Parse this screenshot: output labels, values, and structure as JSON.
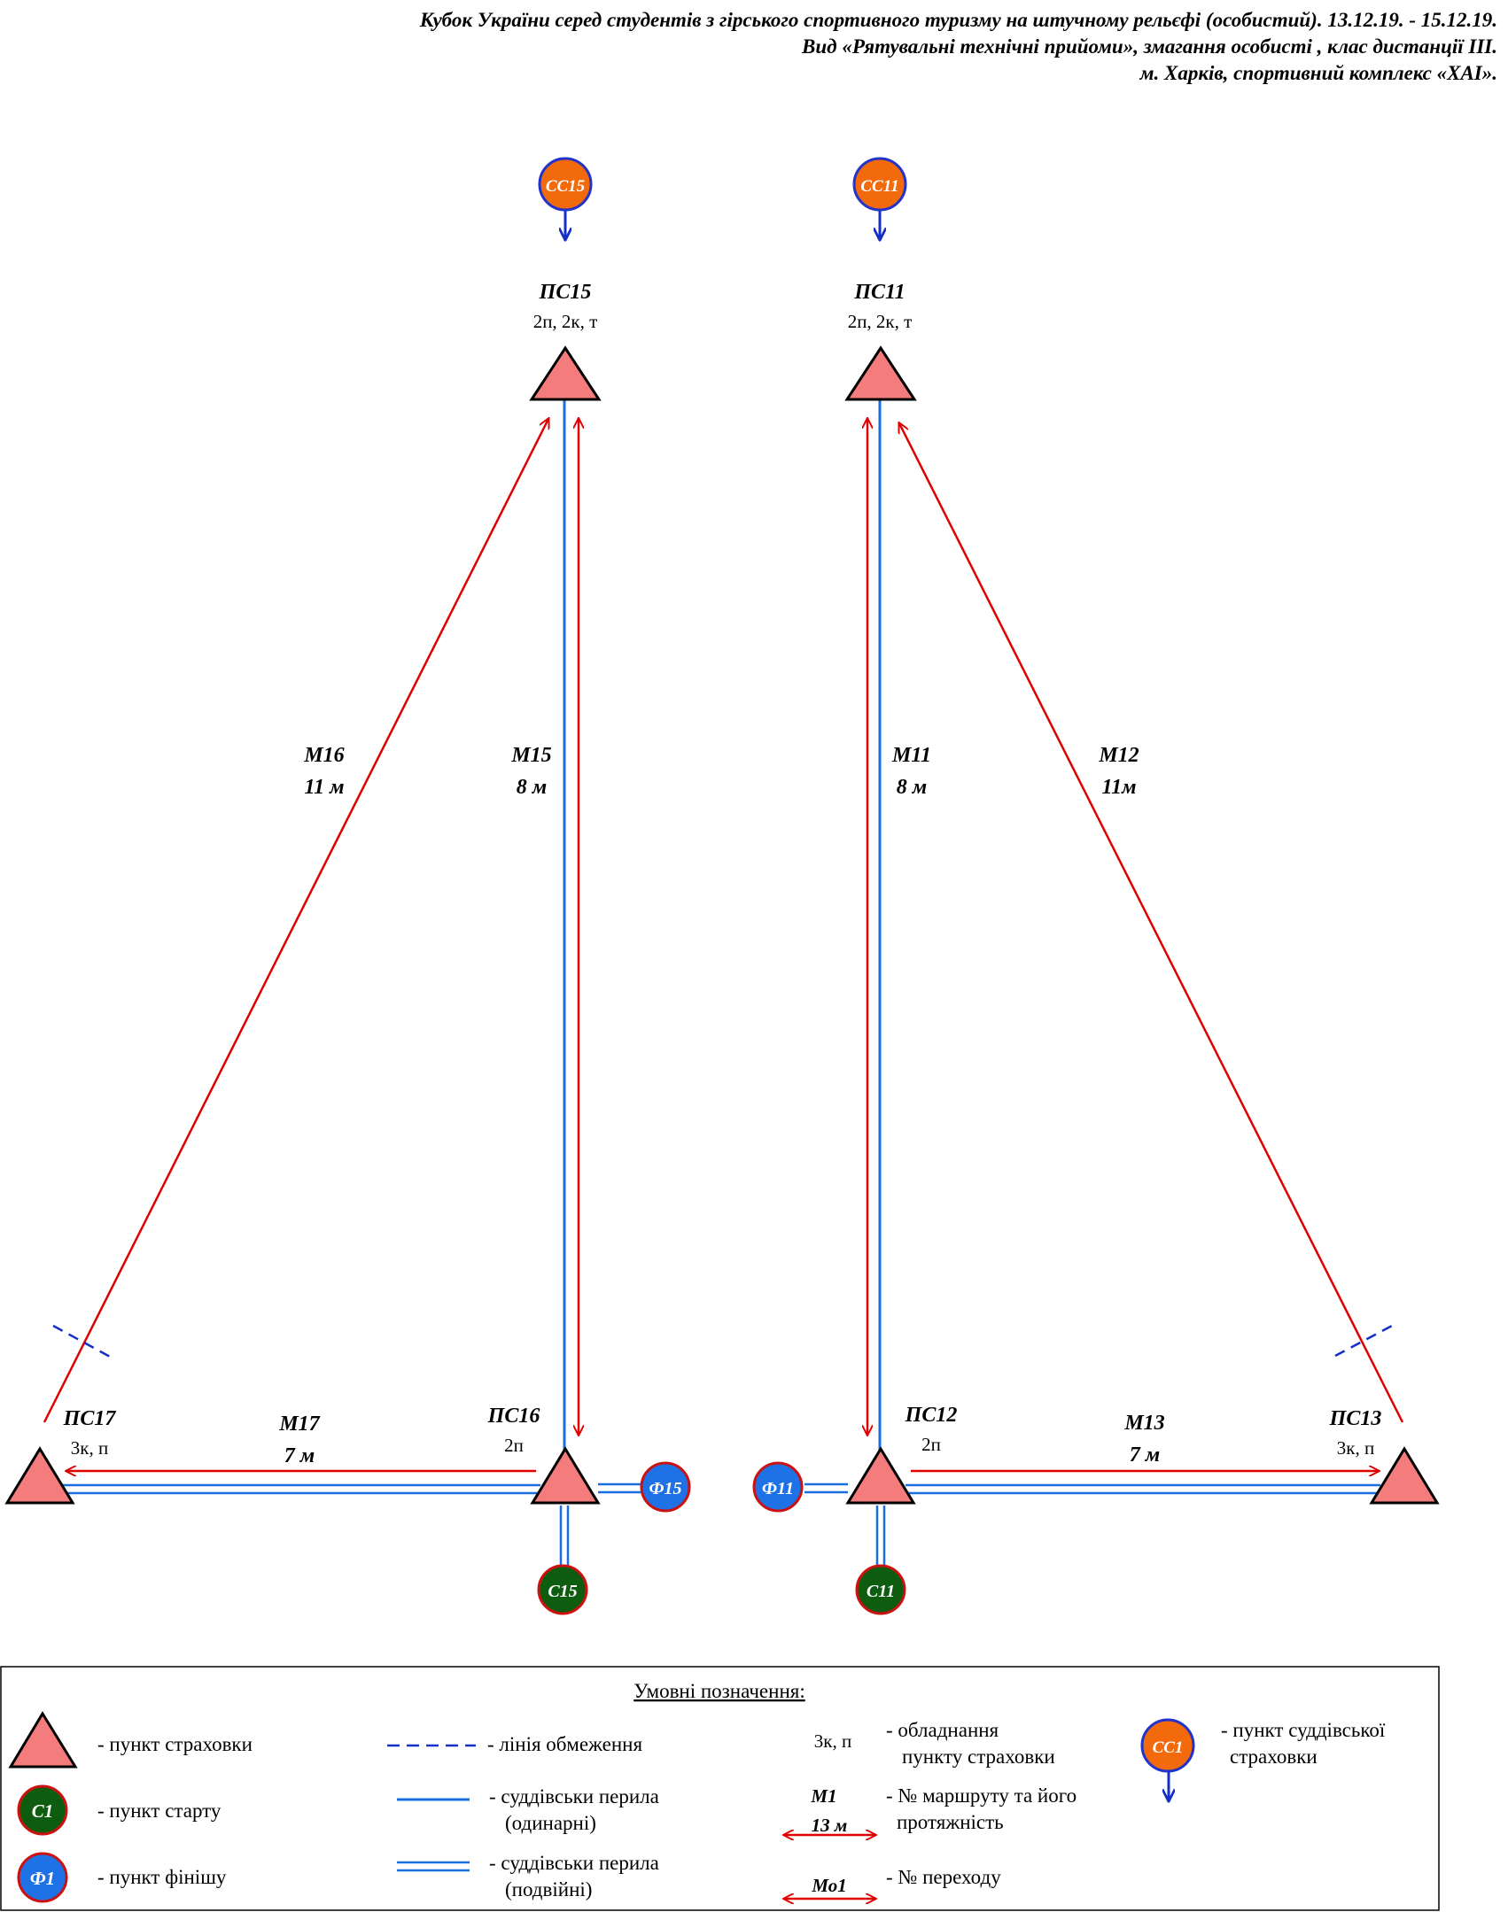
{
  "header": {
    "line1": "Кубок України серед студентів з гірського спортивного туризму на штучному рельєфі (особистий). 13.12.19. - 15.12.19.",
    "line2": "Вид «Рятувальні технічні прийоми», змагання особисті , клас дистанції III.",
    "line3": "м. Харків, спортивний комплекс «ХАІ»."
  },
  "nodes": {
    "cc15": "СС15",
    "cc11": "СС11",
    "ps15": {
      "name": "ПС15",
      "equip": "2п, 2к, т"
    },
    "ps11": {
      "name": "ПС11",
      "equip": "2п, 2к, т"
    },
    "ps16": {
      "name": "ПС16",
      "equip": "2п"
    },
    "ps17": {
      "name": "ПС17",
      "equip": "3к, п"
    },
    "ps12": {
      "name": "ПС12",
      "equip": "2п"
    },
    "ps13": {
      "name": "ПС13",
      "equip": "3к, п"
    },
    "f15": "Ф15",
    "f11": "Ф11",
    "c15": "С15",
    "c11": "С11"
  },
  "routes": {
    "m16": {
      "name": "М16",
      "length": "11 м"
    },
    "m15": {
      "name": "М15",
      "length": "8 м"
    },
    "m11": {
      "name": "М11",
      "length": "8 м"
    },
    "m12": {
      "name": "М12",
      "length": "11м"
    },
    "m17": {
      "name": "М17",
      "length": "7 м"
    },
    "m13": {
      "name": "М13",
      "length": "7 м"
    }
  },
  "legend": {
    "title": "Умовні позначення:",
    "belay_point": "- пункт страховки",
    "start_symbol": "С1",
    "start_point": "- пункт старту",
    "finish_symbol": "Ф1",
    "finish_point": "- пункт фінішу",
    "limit_line": "- лінія обмеження",
    "single_rails_1": "- суддівськи перила",
    "single_rails_2": "(одинарні)",
    "double_rails_1": "- суддівськи перила",
    "double_rails_2": "(подвійні)",
    "equip_example": "3к, п",
    "equip_text_1": "- обладнання",
    "equip_text_2": "пункту страховки",
    "route_example_name": "М1",
    "route_example_length": "13 м",
    "route_text_1": "- № маршруту та його",
    "route_text_2": "протяжність",
    "transition_example": "Мо1",
    "transition_text": "- № переходу",
    "judge_symbol": "СС1",
    "judge_text_1": "- пункт суддівської",
    "judge_text_2": "страховки"
  },
  "colors": {
    "triangle_fill": "#f47c7c",
    "route_red": "#e00000",
    "rail_blue": "#1a6fe0",
    "start_green": "#0e5c10",
    "finish_blue": "#1e72e6",
    "judge_orange": "#f26a0c",
    "judge_border": "#2233cc"
  }
}
